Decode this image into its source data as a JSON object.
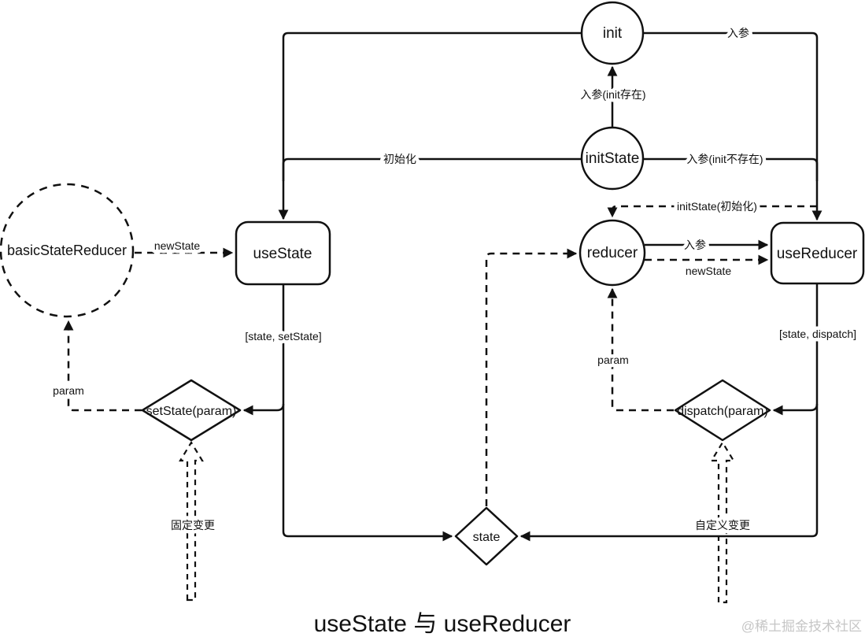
{
  "title": "useState 与 useReducer",
  "watermark": "@稀土掘金技术社区",
  "colors": {
    "stroke": "#111111",
    "background": "#ffffff",
    "watermark": "#c6c6c6"
  },
  "nodes": {
    "init": {
      "label": "init",
      "shape": "circle"
    },
    "init_state": {
      "label": "initState",
      "shape": "circle"
    },
    "basic_state_reducer": {
      "label": "basicStateReducer",
      "shape": "dashed-circle"
    },
    "use_state": {
      "label": "useState",
      "shape": "rounded-rect"
    },
    "reducer": {
      "label": "reducer",
      "shape": "circle"
    },
    "use_reducer": {
      "label": "useReducer",
      "shape": "rounded-rect"
    },
    "set_state": {
      "label": "setState(param)",
      "shape": "diamond"
    },
    "dispatch": {
      "label": "dispatch(param)",
      "shape": "diamond"
    },
    "state": {
      "label": "state",
      "shape": "diamond"
    }
  },
  "edge_labels": {
    "init_right": "入参",
    "initstate_to_init": "入参(init存在)",
    "initstate_left": "初始化",
    "initstate_right": "入参(init不存在)",
    "initstate_dashed": "initState(初始化)",
    "basic_to_usestate": "newState",
    "reducer_to_usereducer_solid": "入参",
    "reducer_to_usereducer_dashed": "newState",
    "usestate_return": "[state, setState]",
    "usereducer_return": "[state, dispatch]",
    "param_left": "param",
    "param_right": "param",
    "fixed_change": "固定变更",
    "custom_change": "自定义变更"
  }
}
